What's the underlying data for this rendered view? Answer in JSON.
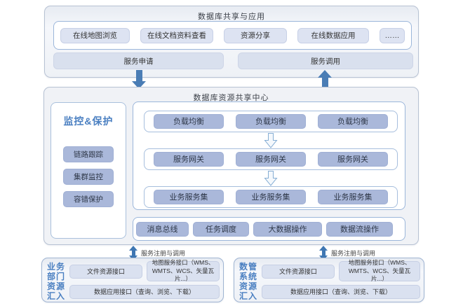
{
  "colors": {
    "solid_arrow": "#4a7db5",
    "pill_dark": "#aab8da",
    "pill_light": "#dde3f2",
    "bar_light": "#d9e0ee",
    "blue_text": "#4a7fc1",
    "container_border_blue": "#9bb6da",
    "outer_border_gray": "#b7c2d3"
  },
  "top_section": {
    "title": "数据库共享与应用",
    "app_buttons": [
      "在线地图浏览",
      "在线文档资料查看",
      "资源分享",
      "在线数据应用",
      "……"
    ],
    "service_request": "服务申请",
    "service_invoke": "服务调用"
  },
  "center_section": {
    "title": "数据库资源共享中心",
    "sidebar": {
      "title": "监控&保护",
      "items": [
        "链路跟踪",
        "集群监控",
        "容错保护"
      ]
    },
    "tier_rows": [
      {
        "items": [
          "负载均衡",
          "负载均衡",
          "负载均衡"
        ]
      },
      {
        "items": [
          "服务网关",
          "服务网关",
          "服务网关"
        ]
      },
      {
        "items": [
          "业务服务集",
          "业务服务集",
          "业务服务集"
        ]
      }
    ],
    "bus_row": [
      "消息总线",
      "任务调度",
      "大数据操作",
      "数据流操作"
    ]
  },
  "connectors": {
    "left_label": "服务注册与调用",
    "right_label": "服务注册与调用"
  },
  "bottom_sections": [
    {
      "title": "业务部门资源汇入",
      "pills": [
        "文件资源接口",
        "地图服务接口（WMS、WMTS、WCS、矢量瓦片...）",
        "数据应用接口（查询、浏览、下载）"
      ]
    },
    {
      "title": "数管系统资源汇入",
      "pills": [
        "文件资源接口",
        "地图服务接口（WMS、WMTS、WCS、矢量瓦片...）",
        "数据应用接口（查询、浏览、下载）"
      ]
    }
  ]
}
